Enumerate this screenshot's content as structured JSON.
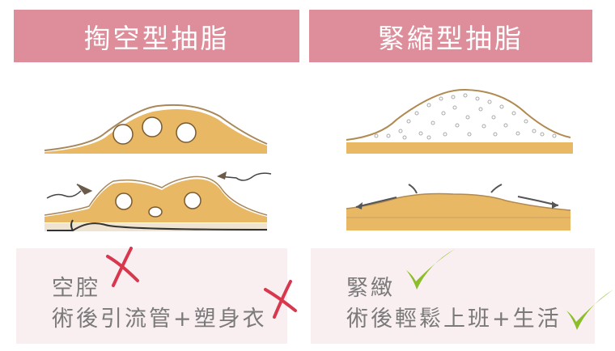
{
  "left_panel": {
    "title": "掏空型抽脂",
    "diagram_top_label": "fat-layer-with-cavities",
    "diagram_bottom_label": "collapsed-fat-with-drain",
    "points": [
      {
        "text": "空腔",
        "mark": "cross"
      },
      {
        "text": "術後引流管+塑身衣",
        "mark": "cross"
      }
    ]
  },
  "right_panel": {
    "title": "緊縮型抽脂",
    "diagram_top_label": "fat-layer-porous",
    "diagram_bottom_label": "tightened-smooth-layer",
    "points": [
      {
        "text": "緊緻",
        "mark": "check"
      },
      {
        "text": "術後輕鬆上班+生活",
        "mark": "check"
      }
    ]
  },
  "colors": {
    "header_bg": "#de8e9b",
    "box_bg": "#f9eef0",
    "fat": "#e8b865",
    "outline": "#a8875a",
    "cross": "#d8384e",
    "check": "#8cbd2a",
    "text": "#7a7a7a"
  }
}
